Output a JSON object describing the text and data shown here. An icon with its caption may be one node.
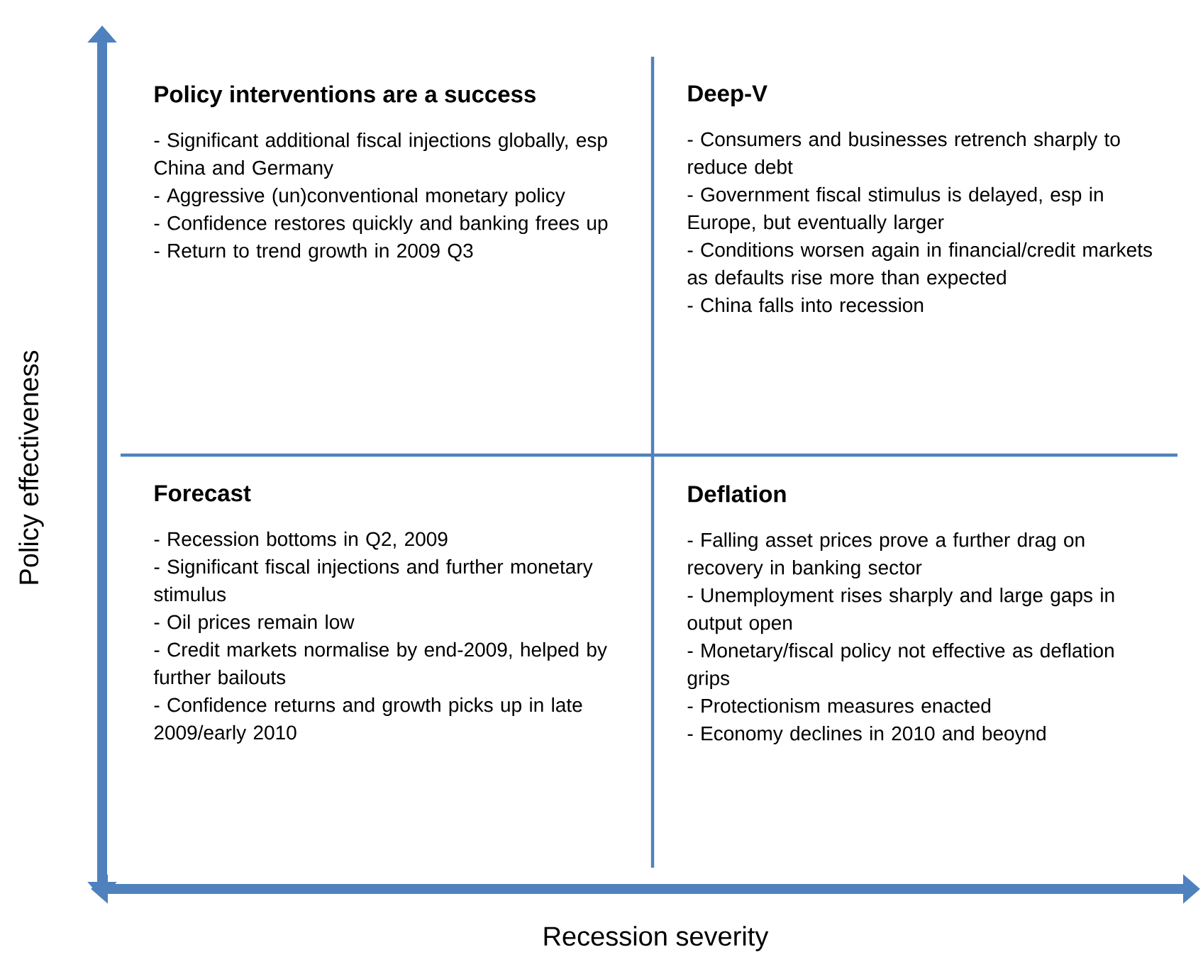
{
  "diagram": {
    "nodes": [
      {
        "text": [
          "Policy interventions are a success",
          "- Significant additional fiscal injections globally, esp China and Germany",
          "- Aggressive (un)conventional monetary policy",
          "- Confidence restores quickly and banking frees up",
          "- Return to trend growth in 2009 Q3"
        ]
      },
      {
        "text": [
          "Deep-V",
          "- Consumers and businesses retrench sharply to reduce debt",
          "- Government fiscal stimulus is delayed, esp in Europe, but eventually larger",
          "- Conditions worsen again in financial/credit markets as defaults rise more than expected",
          "- China falls into recession"
        ]
      },
      {
        "text": [
          "Forecast",
          "- Recession bottoms in Q2, 2009",
          "- Significant fiscal injections and further monetary stimulus",
          "- Oil prices remain low",
          "- Credit markets normalise by end-2009, helped by further bailouts",
          "- Confidence returns and growth picks up in late 2009/early 2010"
        ]
      },
      {
        "text": [
          "Deflation",
          "- Falling asset prices prove a further drag on recovery in banking sector",
          "- Unemployment rises sharply and large gaps in output open",
          "- Monetary/fiscal policy not effective as deflation grips",
          "- Protectionism measures enacted",
          "- Economy declines in 2010 and beoynd"
        ]
      }
    ],
    "labels": [
      "Policy effectiveness",
      "Recession severity"
    ]
  }
}
